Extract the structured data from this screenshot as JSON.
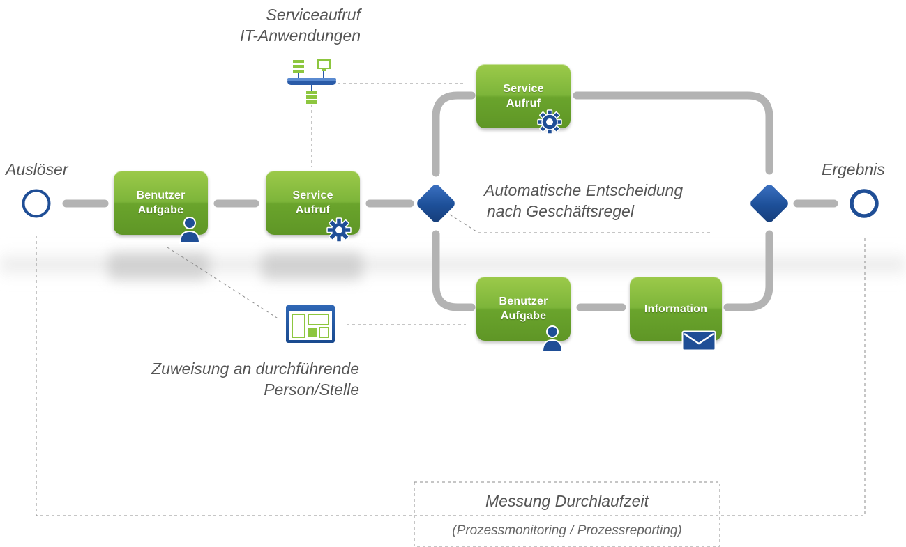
{
  "labels": {
    "trigger": "Auslöser",
    "result": "Ergebnis",
    "service_call_line1": "Serviceaufruf",
    "service_call_line2": "IT-Anwendungen",
    "decision_line1": "Automatische Entscheidung",
    "decision_line2": "nach Geschäftsregel",
    "assignment_line1": "Zuweisung an durchführende",
    "assignment_line2": "Person/Stelle",
    "measurement_title": "Messung Durchlaufzeit",
    "measurement_subtitle": "(Prozessmonitoring / Prozessreporting)"
  },
  "tasks": {
    "user_task_1": {
      "line1": "Benutzer",
      "line2": "Aufgabe",
      "icon": "user-icon"
    },
    "service_task_1": {
      "line1": "Service",
      "line2": "Aufruf",
      "icon": "gear-icon"
    },
    "service_task_2": {
      "line1": "Service",
      "line2": "Aufruf",
      "icon": "gear-icon"
    },
    "user_task_2": {
      "line1": "Benutzer",
      "line2": "Aufgabe",
      "icon": "user-icon"
    },
    "information_task": {
      "line1": "Information",
      "icon": "envelope-icon"
    }
  },
  "icons": {
    "it_systems": "server-network-icon",
    "assignment": "worklist-window-icon"
  },
  "colors": {
    "task_green": "#7db53a",
    "event_blue": "#1f4e96",
    "gateway_blue": "#1d4f98",
    "connector_gray": "#b3b3b3",
    "label_gray": "#555555"
  }
}
